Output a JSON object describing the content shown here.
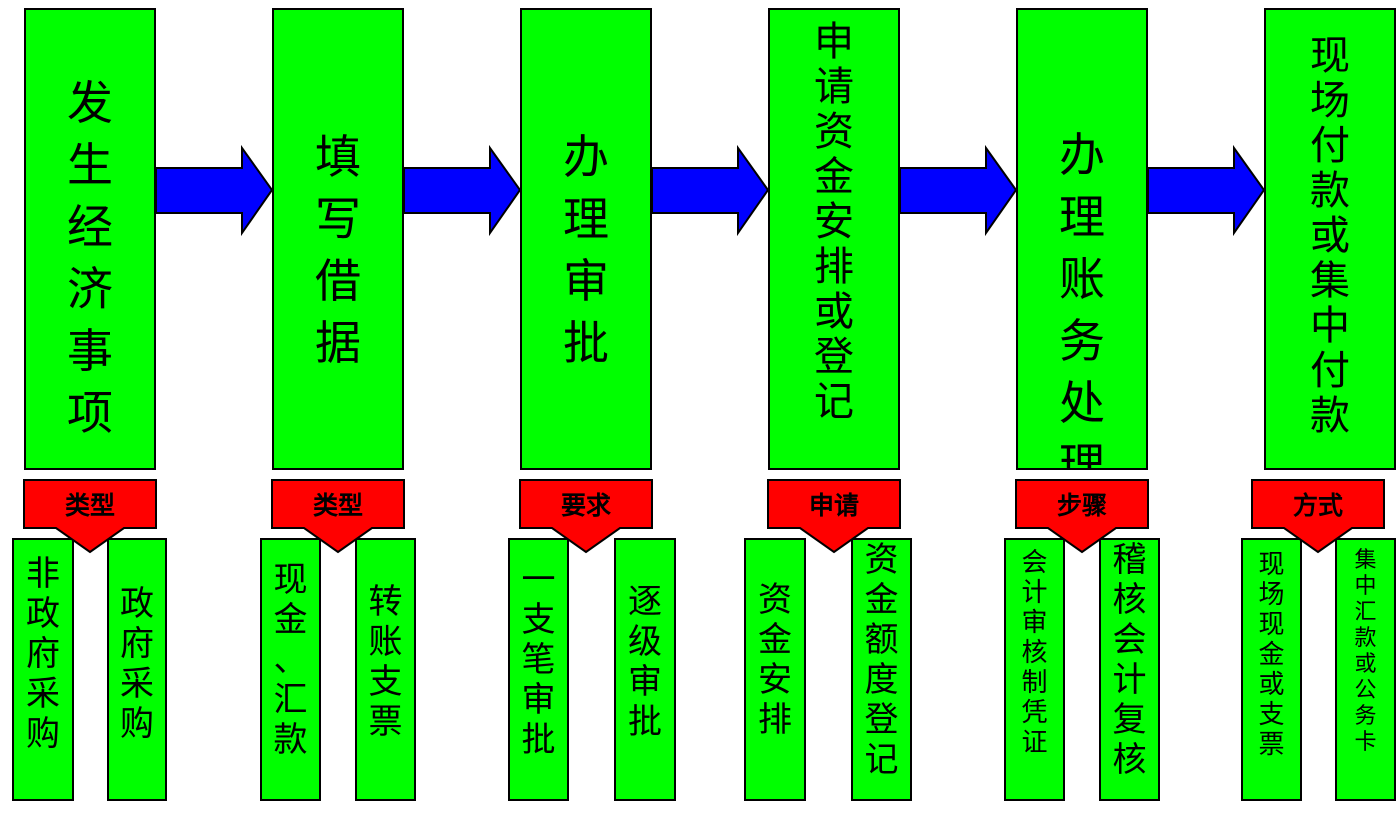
{
  "colors": {
    "box_fill": "#00ff00",
    "arrow_fill": "#0000ff",
    "label_fill": "#ff0000",
    "stroke": "#000000"
  },
  "steps": [
    {
      "text": "发生经济事项"
    },
    {
      "text": "填写借据"
    },
    {
      "text": "办理审批"
    },
    {
      "text": "申请资金安排或登记"
    },
    {
      "text": "办理账务处理"
    },
    {
      "text": "现场付款或集中付款"
    }
  ],
  "categories": [
    {
      "label": "类型",
      "options": [
        "非政府采购",
        "政府采购"
      ]
    },
    {
      "label": "类型",
      "options": [
        "现金、汇款",
        "转账支票"
      ]
    },
    {
      "label": "要求",
      "options": [
        "一支笔审批",
        "逐级审批"
      ]
    },
    {
      "label": "申请",
      "options": [
        "资金安排",
        "资金额度登记"
      ]
    },
    {
      "label": "步骤",
      "options": [
        "会计审核制凭证",
        "稽核会计复核"
      ]
    },
    {
      "label": "方式",
      "options": [
        "现场现金或支票",
        "集中汇款或公务卡"
      ]
    }
  ]
}
